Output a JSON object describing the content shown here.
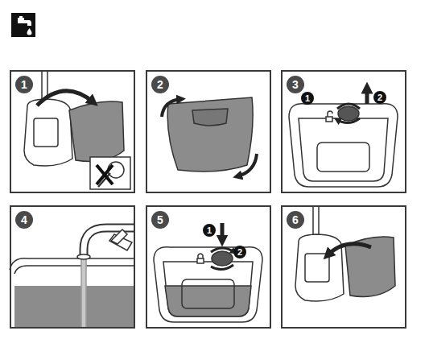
{
  "diagram": {
    "nodes": [
      {
        "text": [
          "1"
        ]
      },
      {
        "text": [
          "2"
        ]
      },
      {
        "text": [
          "3"
        ]
      },
      {
        "text": [
          "4"
        ]
      },
      {
        "text": [
          "5"
        ]
      },
      {
        "text": [
          "6"
        ]
      }
    ],
    "labels": [
      "1",
      "2",
      "1",
      "2"
    ]
  }
}
